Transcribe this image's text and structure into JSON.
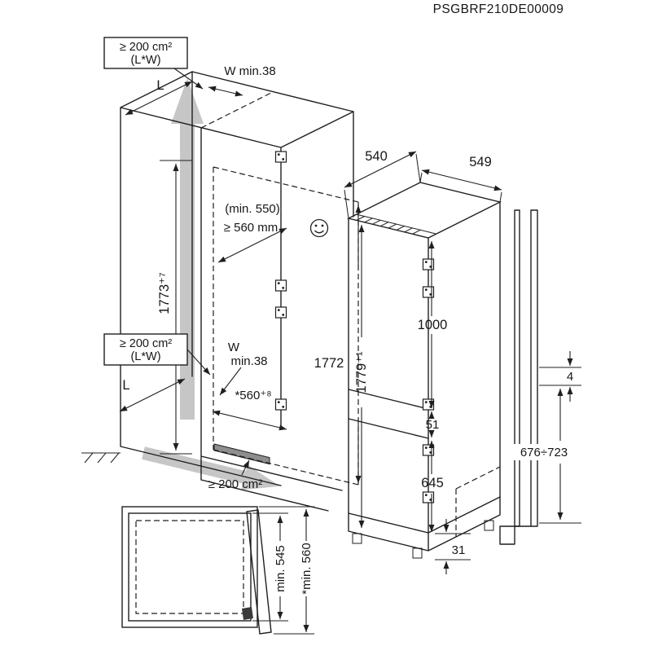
{
  "title": "PSGBRF210DE00009",
  "colors": {
    "line": "#1f1f1f",
    "airflow_arrow": "#bcbcbc"
  },
  "niche": {
    "top_vent": {
      "line1": "≥ 200 cm²",
      "line2": "(L*W)"
    },
    "top_depth_label": "L",
    "top_width_label": "W min.38",
    "outer_height": "1773⁺⁷",
    "depth_min_label": "(min. 550)",
    "depth_label": "≥ 560 mm",
    "mid_vent": {
      "line1": "≥ 200 cm²",
      "line2": "(L*W)"
    },
    "mid_width_label_1": "W",
    "mid_width_label_2": "min.38",
    "mid_depth_label": "L",
    "niche_width": "*560⁺⁸",
    "inner_height": "1772",
    "bottom_vent_label": "≥ 200 cm²"
  },
  "appliance": {
    "depth": "540",
    "width": "549",
    "height": "1779⁺¹",
    "upper_section": "1000",
    "mid_section": "51",
    "lower_section": "645",
    "base_height": "31"
  },
  "door_panel": {
    "gap": "4",
    "panel_height_range": "676÷723"
  },
  "top_view": {
    "inner_depth": "min. 545",
    "outer_depth": "*min. 560"
  }
}
